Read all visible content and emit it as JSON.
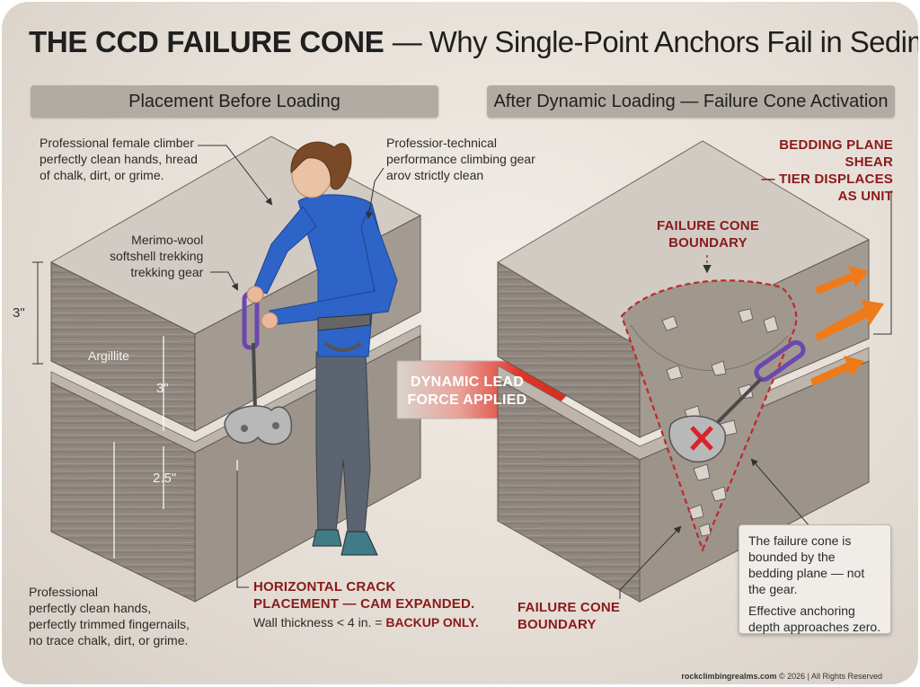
{
  "title": {
    "main": "THE CCD FAILURE CONE",
    "subtitle": "— Why Single-Point Anchors Fail in Sedimentary Rock"
  },
  "headers": {
    "left": "Placement Before Loading",
    "right": "After Dynamic Loading — Failure Cone Activation"
  },
  "left_labels": {
    "climber": [
      "Professional female climber",
      "perfectly clean hands, hread",
      "of chalk, dirt, or grime."
    ],
    "gear": [
      "Professior-technical",
      "performance climbing gear",
      "arov strictly clean"
    ],
    "wool": [
      "Merimo-wool",
      "softshell trekking",
      "trekking gear"
    ],
    "rock": "Argillite",
    "hands": [
      "Professional",
      "perfectly clean hands,",
      "perfectly trimmed fingernails,",
      "no trace chalk, dirt, or grime."
    ]
  },
  "dimensions": {
    "left_height": "3\"",
    "tier_upper": "3\"",
    "tier_lower": "2.5\""
  },
  "crack": {
    "heading": [
      "HORIZONTAL CRACK",
      "PLACEMENT — CAM EXPANDED."
    ],
    "line_plain": "Wall thickness < 4 in. = ",
    "line_bold": "BACKUP ONLY."
  },
  "arrow": {
    "line1": "DYNAMIC LEAD",
    "line2": "FORCE APPLIED"
  },
  "right_labels": {
    "shear": [
      "BEDDING PLANE SHEAR",
      "— TIER DISPLACES",
      "AS UNIT"
    ],
    "cone_top": [
      "FAILURE CONE",
      "BOUNDARY"
    ],
    "cone_bottom": [
      "FAILURE CONE",
      "BOUNDARY"
    ]
  },
  "note": {
    "p1": "The failure cone is bounded by the bedding plane — not the gear.",
    "p2": "Effective anchoring depth approaches zero."
  },
  "footer": {
    "site": "rockclimbingrealms.com",
    "rest": " © 2026 | All Rights Reserved"
  },
  "colors": {
    "rock_top": "#d2cbc3",
    "rock_side": "#8f877f",
    "shirt": "#2e63c8",
    "pants": "#5b6470",
    "sling": "#6d47b0",
    "accent_red": "#8a1a1a",
    "arrow_red": "#e0362a",
    "shear_orange": "#ef7a1a"
  }
}
